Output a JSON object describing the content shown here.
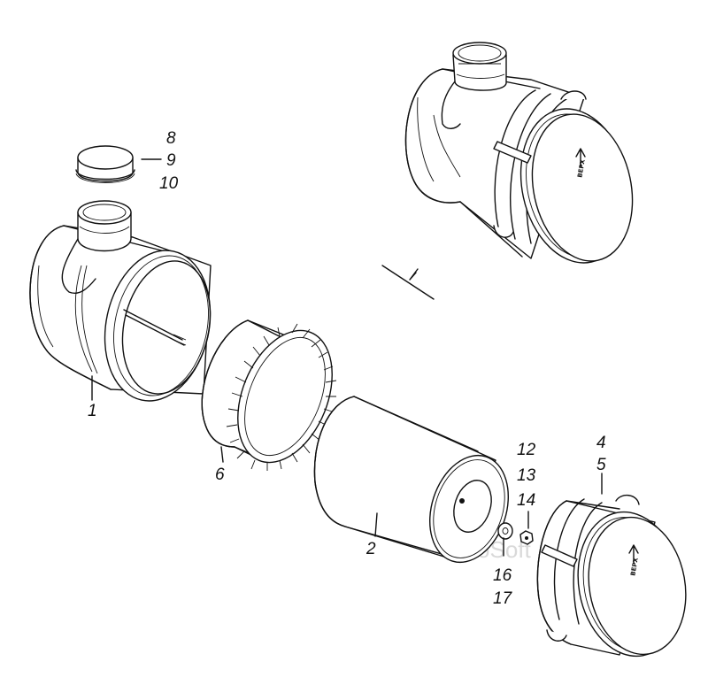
{
  "labels": {
    "part_1": "1",
    "part_2": "2",
    "part_4": "4",
    "part_5": "5",
    "part_6": "6",
    "part_8": "8",
    "part_9": "9",
    "part_10": "10",
    "part_12": "12",
    "part_13": "13",
    "part_14": "14",
    "part_16": "16",
    "part_17": "17"
  },
  "watermark": "AutoSoft",
  "cover_marking": "ВЕРХ",
  "colors": {
    "ink": "#111111",
    "paper": "#ffffff",
    "watermark": "#d9d9d9"
  }
}
